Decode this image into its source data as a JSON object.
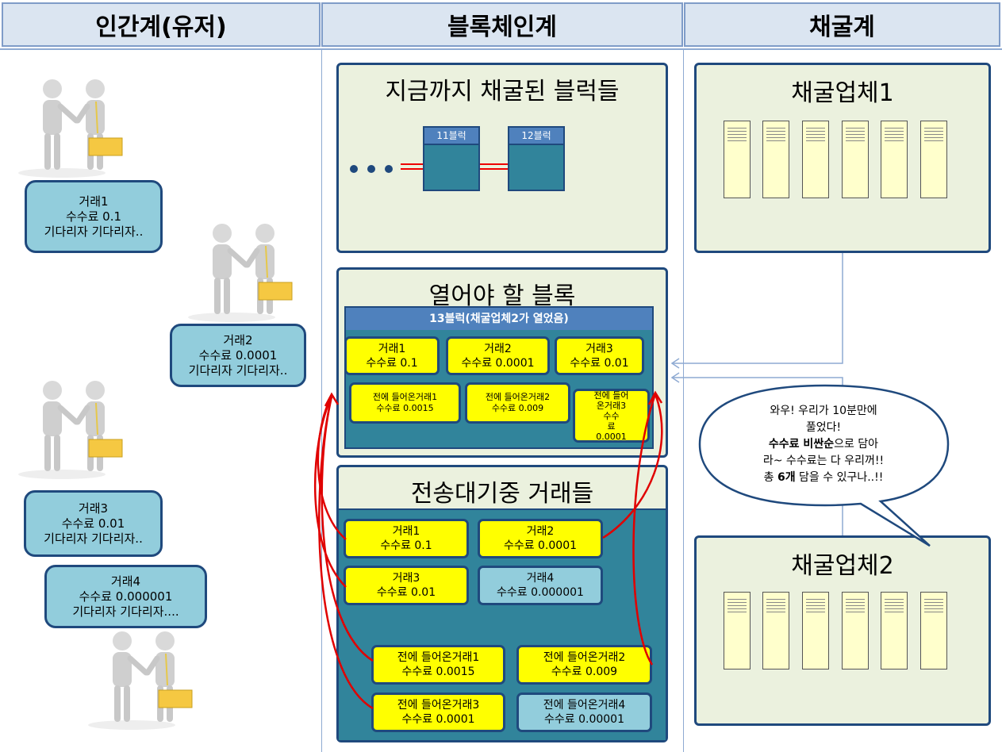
{
  "columns": {
    "human": "인간계(유저)",
    "blockchain": "블록체인계",
    "mining": "채굴계"
  },
  "user_tx": [
    {
      "name": "거래1",
      "fee": "수수료 0.1",
      "status": "기다리자 기다리자.."
    },
    {
      "name": "거래2",
      "fee": "수수료 0.0001",
      "status": "기다리자 기다리자.."
    },
    {
      "name": "거래3",
      "fee": "수수료 0.01",
      "status": "기다리자 기다리자.."
    },
    {
      "name": "거래4",
      "fee": "수수료 0.000001",
      "status": "기다리자 기다리자...."
    }
  ],
  "mined_panel": {
    "title": "지금까지 채굴된 블럭들",
    "blocks": [
      "11블럭",
      "12블럭"
    ]
  },
  "open_panel": {
    "title": "열어야 할 블록",
    "header": "13블럭(채굴업체2가 열었음)",
    "tx": [
      {
        "name": "거래1",
        "fee": "수수료 0.1"
      },
      {
        "name": "거래2",
        "fee": "수수료 0.0001"
      },
      {
        "name": "거래3",
        "fee": "수수료 0.01"
      },
      {
        "name": "전에 들어온거래1",
        "fee": "수수료 0.0015"
      },
      {
        "name": "전에 들어온거래2",
        "fee": "수수료 0.009"
      },
      {
        "name": "전에 들어",
        "name2": "온거래3",
        "fee1": "수수",
        "fee2": "료",
        "fee3": "0.0001"
      }
    ]
  },
  "pending_panel": {
    "title": "전송대기중 거래들",
    "tx": [
      {
        "name": "거래1",
        "fee": "수수료 0.1"
      },
      {
        "name": "거래2",
        "fee": "수수료 0.0001"
      },
      {
        "name": "거래3",
        "fee": "수수료 0.01"
      },
      {
        "name": "거래4",
        "fee": "수수료 0.000001"
      },
      {
        "name": "전에 들어온거래1",
        "fee": "수수료 0.0015"
      },
      {
        "name": "전에 들어온거래2",
        "fee": "수수료 0.009"
      },
      {
        "name": "전에 들어온거래3",
        "fee": "수수료 0.0001"
      },
      {
        "name": "전에 들어온거래4",
        "fee": "수수료 0.00001"
      }
    ]
  },
  "miners": [
    {
      "name": "채굴업체1"
    },
    {
      "name": "채굴업체2"
    }
  ],
  "speech": {
    "line1": "와우! 우리가 10분만에",
    "line2": "풀었다!",
    "line3a": "수수료 비싼순",
    "line3b": "으로 담아",
    "line4": "라~ 수수료는 다 우리꺼!!",
    "line5a": "총 ",
    "line5b": "6개",
    "line5c": " 담을 수 있구나..!!"
  },
  "colors": {
    "header_bg": "#dbe5f1",
    "panel_bg": "#ebf1de",
    "tx_selected": "#ffff00",
    "tx_other": "#92cddc",
    "arrow": "#e00000"
  }
}
